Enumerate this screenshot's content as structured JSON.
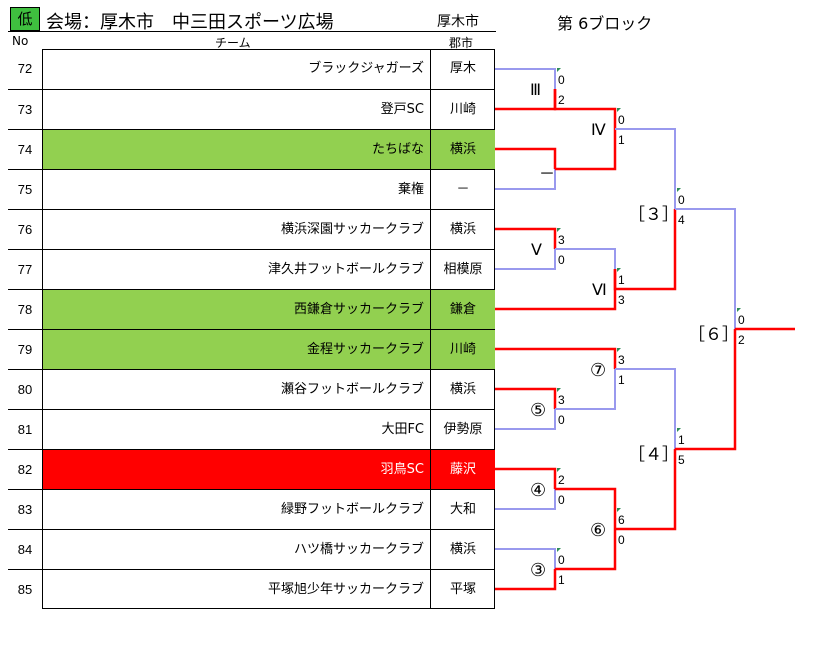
{
  "header": {
    "badge": "低",
    "venue": "会場：厚木市　中三田スポーツ広場",
    "city": "厚木市",
    "block": "第 6ブロック"
  },
  "columns": {
    "no": "No",
    "team": "チーム",
    "city": "郡市"
  },
  "rows": [
    {
      "no": "72",
      "team": "ブラックジャガーズ",
      "city": "厚木",
      "hl": ""
    },
    {
      "no": "73",
      "team": "登戸SC",
      "city": "川崎",
      "hl": ""
    },
    {
      "no": "74",
      "team": "たちばな",
      "city": "横浜",
      "hl": "green"
    },
    {
      "no": "75",
      "team": "棄権",
      "city": "－",
      "hl": ""
    },
    {
      "no": "76",
      "team": "横浜深園サッカークラブ",
      "city": "横浜",
      "hl": ""
    },
    {
      "no": "77",
      "team": "津久井フットボールクラブ",
      "city": "相模原",
      "hl": ""
    },
    {
      "no": "78",
      "team": "西鎌倉サッカークラブ",
      "city": "鎌倉",
      "hl": "green"
    },
    {
      "no": "79",
      "team": "金程サッカークラブ",
      "city": "川崎",
      "hl": "green"
    },
    {
      "no": "80",
      "team": "瀬谷フットボールクラブ",
      "city": "横浜",
      "hl": ""
    },
    {
      "no": "81",
      "team": "大田FC",
      "city": "伊勢原",
      "hl": ""
    },
    {
      "no": "82",
      "team": "羽鳥SC",
      "city": "藤沢",
      "hl": "red"
    },
    {
      "no": "83",
      "team": "緑野フットボールクラブ",
      "city": "大和",
      "hl": ""
    },
    {
      "no": "84",
      "team": "ハツ橋サッカークラブ",
      "city": "横浜",
      "hl": ""
    },
    {
      "no": "85",
      "team": "平塚旭少年サッカークラブ",
      "city": "平塚",
      "hl": ""
    }
  ],
  "matches": {
    "m3": {
      "label": "Ⅲ",
      "top": "0",
      "bottom": "2"
    },
    "mdash": {
      "label": "－"
    },
    "m4": {
      "label": "Ⅳ",
      "top": "0",
      "bottom": "1"
    },
    "m5": {
      "label": "Ⅴ",
      "top": "3",
      "bottom": "0"
    },
    "m6": {
      "label": "Ⅵ",
      "top": "1",
      "bottom": "3"
    },
    "s3": {
      "label": "［３］",
      "top": "0",
      "bottom": "4"
    },
    "c5": {
      "label": "⑤",
      "top": "3",
      "bottom": "0"
    },
    "c7": {
      "label": "⑦",
      "top": "3",
      "bottom": "1"
    },
    "c4": {
      "label": "④",
      "top": "2",
      "bottom": "0"
    },
    "c3": {
      "label": "③",
      "top": "0",
      "bottom": "1"
    },
    "c6": {
      "label": "⑥",
      "top": "6",
      "bottom": "0"
    },
    "s4": {
      "label": "［４］",
      "top": "1",
      "bottom": "5"
    },
    "s6": {
      "label": "［６］",
      "top": "0",
      "bottom": "2"
    }
  },
  "colors": {
    "win": "#ff0000",
    "lose": "#9999ee",
    "green": "#92d050",
    "red": "#ff0000"
  }
}
